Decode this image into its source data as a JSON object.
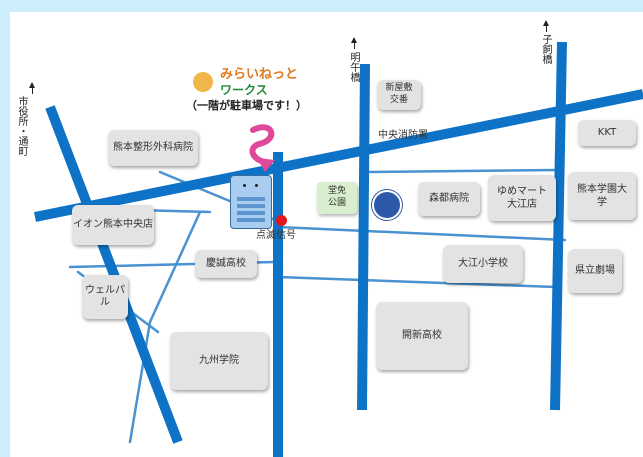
{
  "company": {
    "logo_text_line1": "みらいねっと",
    "logo_text_line2": "ワークス",
    "parking_note": "（一階が駐車場です！）"
  },
  "directions": {
    "up_left": "市役所・通町",
    "up_mid": "明午橋",
    "up_right": "子飼橋"
  },
  "landmarks": {
    "kumamoto_seikei": "熊本整形外科病院",
    "aeon": "イオン熊本中央店",
    "wellpal": "ウェルパル",
    "keitoku": "慶誠高校",
    "kyushu_gakuin": "九州学院",
    "shinyashiki_koban": "新屋敷交番",
    "chuo_fire": "中央消防署",
    "morimiyako": "森都病院",
    "youme": "ゆめマート大江店",
    "oe_elementary": "大江小学校",
    "kaishin": "開新高校",
    "kkt": "KKT",
    "gakuen": "熊本学園大学",
    "kenritsu": "県立劇場",
    "toshi_park": "堂免公園",
    "signal": "点滅信号"
  },
  "colors": {
    "road": "#0e72c7",
    "thin_road": "#4a92d2",
    "building": "#e3e3e3",
    "park": "#d8efcf",
    "arrow": "#e0489a",
    "signal": "#e8141c",
    "background": "#cdeefb"
  },
  "icons": {
    "office": "building-mascot-icon",
    "school_badge": "school-emblem-icon",
    "pointer": "curved-arrow-icon"
  }
}
